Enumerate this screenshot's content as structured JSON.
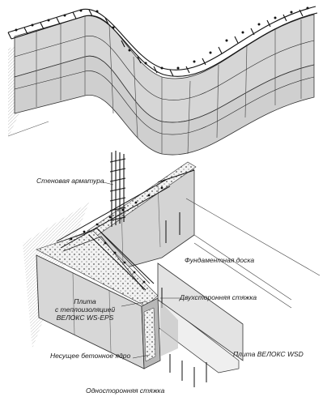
{
  "labels": {
    "wall_rebar": "Стеновая арматура",
    "foundation_board": "Фундаментная доска",
    "two_sided_tie": "Двухсторонняя стяжка",
    "plate_insulated_line1": "Плита",
    "plate_insulated_line2": "с теплоизоляцией",
    "plate_insulated_line3": "ВЕЛОКС WS-EPS",
    "bearing_core": "Несущее бетонное ядро",
    "plate_wsd": "Плита ВЕЛОКС WSD",
    "one_sided_tie": "Односторонняя стяжка"
  },
  "colors": {
    "panel_face": "#d9d9d9",
    "panel_side": "#bdbdbd",
    "panel_dark": "#9a9a9a",
    "rebar": "#1a1a1a",
    "edge": "#333333"
  }
}
